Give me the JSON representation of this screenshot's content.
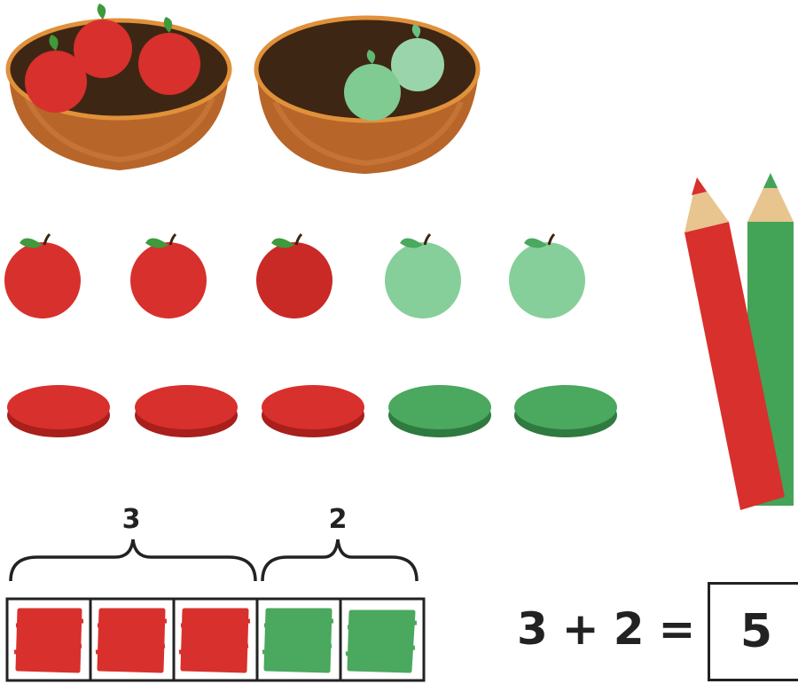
{
  "colors": {
    "red": "#d8302c",
    "red_dark": "#b52420",
    "green": "#4aa85f",
    "green_dark": "#2f7a3f",
    "apple_green": "#86cf9a",
    "basket": "#b8652a",
    "basket_inner": "#3e2614",
    "leaf": "#3e9a3b"
  },
  "baskets": [
    {
      "name": "red-apple-basket",
      "apples": [
        "red",
        "red",
        "red"
      ]
    },
    {
      "name": "green-apple-basket",
      "apples": [
        "green",
        "green"
      ]
    }
  ],
  "apple_row": [
    "red",
    "red",
    "red",
    "green",
    "green"
  ],
  "counter_row": [
    "red",
    "red",
    "red",
    "green",
    "green"
  ],
  "pencils": [
    "red-pencil-icon",
    "green-pencil-icon"
  ],
  "brace_left_label": "3",
  "brace_right_label": "2",
  "ten_frame_cells": [
    "red",
    "red",
    "red",
    "green",
    "green"
  ],
  "equation": {
    "a": "3",
    "op": "+",
    "b": "2",
    "eq": "=",
    "answer": "5"
  }
}
